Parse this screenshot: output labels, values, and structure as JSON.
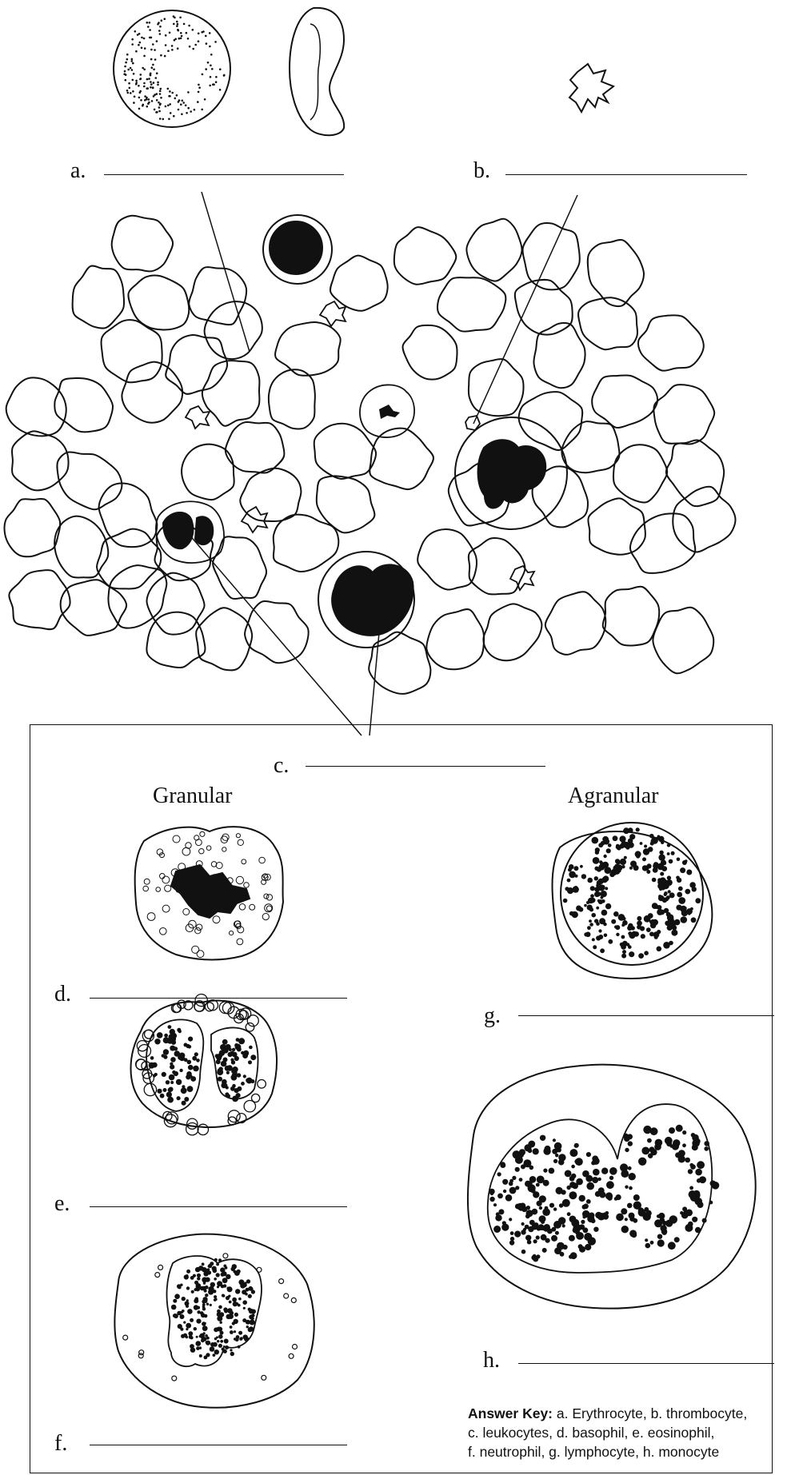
{
  "labels": {
    "a": "a.",
    "b": "b.",
    "c": "c.",
    "d": "d.",
    "e": "e.",
    "f": "f.",
    "g": "g.",
    "h": "h."
  },
  "headings": {
    "granular": "Granular",
    "agranular": "Agranular"
  },
  "answer_key": {
    "title": "Answer Key:",
    "lines": [
      "a. Erythrocyte, b. thrombocyte,",
      "c. leukocytes, d. basophil, e. eosinophil,",
      "f. neutrophil, g. lymphocyte, h. monocyte"
    ]
  },
  "colors": {
    "ink": "#111111",
    "background": "#ffffff"
  }
}
